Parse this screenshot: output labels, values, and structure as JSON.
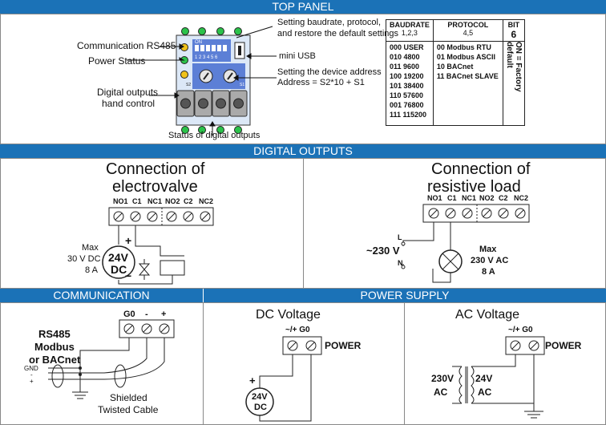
{
  "sections": {
    "top_panel": "TOP PANEL",
    "digital_outputs": "DIGITAL OUTPUTS",
    "communication": "COMMUNICATION",
    "power_supply": "POWER SUPPLY"
  },
  "top": {
    "label_rs485": "Communication RS485",
    "label_power": "Power Status",
    "label_dig_line1": "Digital outputs",
    "label_dig_line2": "hand control",
    "label_status": "Status of digital outputs",
    "label_setting_line1": "Setting baudrate, protocol,",
    "label_setting_line2": "and restore the default settings",
    "label_usb": "mini USB",
    "label_addr_line1": "Setting the device address",
    "label_addr_line2": "Address = S2*10 + S1",
    "dip_on": "ON",
    "dip_numbers": "1 2 3 4 5 6",
    "s2": "S2",
    "s1": "S1"
  },
  "config_table": {
    "h_baud": "BAUDRATE",
    "h_baud_sub": "1,2,3",
    "h_proto": "PROTOCOL",
    "h_proto_sub": "4,5",
    "h_bit": "BIT",
    "h_bit_sub": "6",
    "baud_rows": [
      "000 USER",
      "010 4800",
      "011 9600",
      "100 19200",
      "101 38400",
      "110 57600",
      "001 76800",
      "111 115200"
    ],
    "proto_rows": [
      "00 Modbus RTU",
      "01 Modbus ASCII",
      "10 BACnet",
      "11 BACnet SLAVE"
    ],
    "bit_text": "ON = Factory default"
  },
  "outputs": {
    "left_title1": "Connection of",
    "left_title2": "electrovalve",
    "right_title1": "Connection of",
    "right_title2": "resistive load",
    "terminals": [
      "NO1",
      "C1",
      "NC1",
      "NO2",
      "C2",
      "NC2"
    ],
    "max": "Max",
    "dc_rating1": "30 V DC",
    "dc_rating2": "8 A",
    "dc_source": "24V",
    "dc_label": "DC",
    "plus": "+",
    "minus": "−",
    "L": "L",
    "N": "N",
    "ac_source": "~230 V",
    "ac_max": "Max",
    "ac_rating1": "230 V AC",
    "ac_rating2": "8 A"
  },
  "comm": {
    "terminals": [
      "G0",
      "-",
      "+"
    ],
    "line1": "RS485",
    "line2": "Modbus",
    "line3": "or BACnet",
    "gnd": "GND",
    "minus": "-",
    "plus": "+",
    "cable1": "Shielded",
    "cable2": "Twisted Cable"
  },
  "power": {
    "dc_title": "DC Voltage",
    "ac_title": "AC Voltage",
    "terminal_label": "~/+ G0",
    "power": "POWER",
    "dc_source": "24V",
    "dc_label": "DC",
    "plus": "+",
    "ac_primary1": "230V",
    "ac_primary2": "AC",
    "ac_secondary1": "24V",
    "ac_secondary2": "AC"
  },
  "colors": {
    "header_blue": "#1b72b7",
    "led_green": "#2bc24a",
    "led_yellow": "#f0c21a",
    "dip_blue": "#5c7fd6",
    "device_fill": "#dce8f7"
  }
}
